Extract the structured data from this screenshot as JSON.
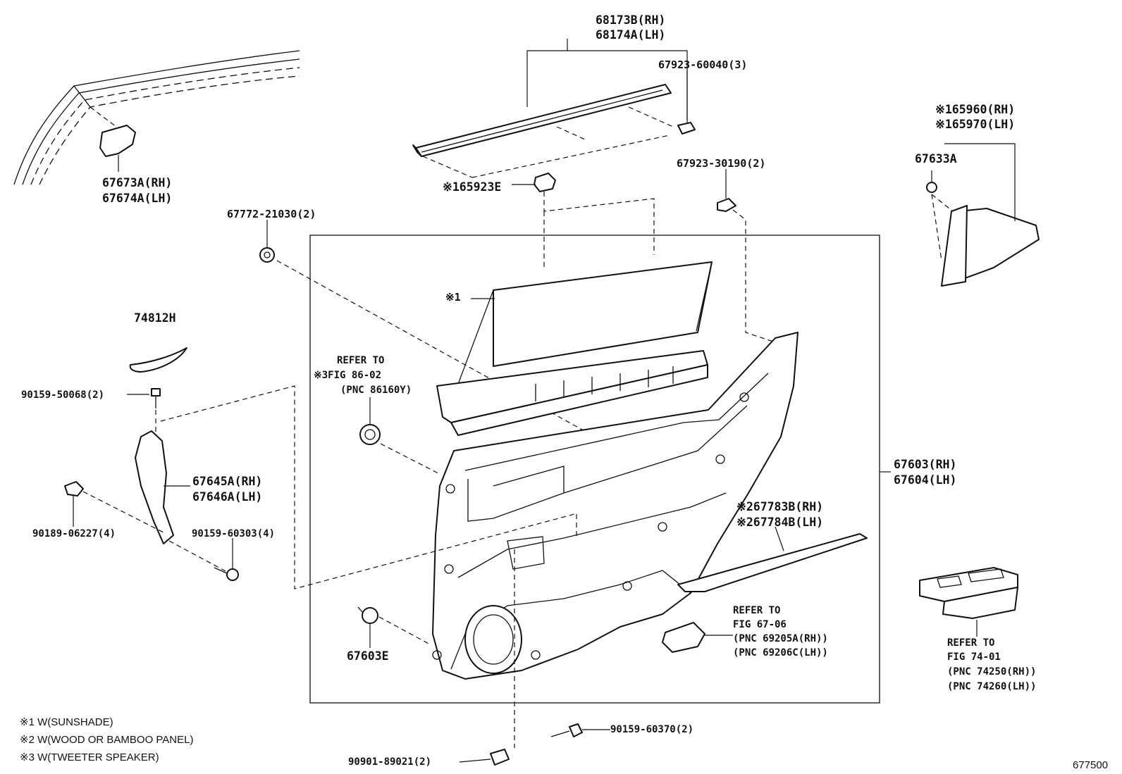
{
  "labels": {
    "p68173b": "68173B(RH)",
    "p68174a": "68174A(LH)",
    "p67923_60040": "67923-60040(3)",
    "p65960": "※165960(RH)",
    "p65970": "※165970(LH)",
    "p67633a": "67633A",
    "p67673a": "67673A(RH)",
    "p67674a": "67674A(LH)",
    "p65923e": "※165923E",
    "p67923_30190": "67923-30190(2)",
    "p67772": "67772-21030(2)",
    "sunshade_mark": "※1",
    "p74812h": "74812H",
    "p90159_50068": "90159-50068(2)",
    "refer_86_l1": "REFER TO",
    "refer_86_l2": "※3FIG 86-02",
    "refer_86_l3": "(PNC 86160Y)",
    "p67645a": "67645A(RH)",
    "p67646a": "67646A(LH)",
    "p67603": "67603(RH)",
    "p67604": "67604(LH)",
    "p90189": "90189-06227(4)",
    "p90159_60303": "90159-60303(4)",
    "p67783b": "※267783B(RH)",
    "p67784b": "※267784B(LH)",
    "refer_67_l1": "REFER TO",
    "refer_67_l2": "FIG 67-06",
    "refer_67_l3": "(PNC 69205A(RH))",
    "refer_67_l4": "(PNC 69206C(LH))",
    "refer_74_l1": "REFER TO",
    "refer_74_l2": "FIG 74-01",
    "refer_74_l3": "(PNC 74250(RH))",
    "refer_74_l4": "(PNC 74260(LH))",
    "p67603e": "67603E",
    "p90159_60370": "90159-60370(2)",
    "p90901": "90901-89021(2)"
  },
  "notes": [
    "※1 W(SUNSHADE)",
    "※2 W(WOOD OR BAMBOO PANEL)",
    "※3 W(TWEETER SPEAKER)"
  ],
  "figure_id": "677500"
}
